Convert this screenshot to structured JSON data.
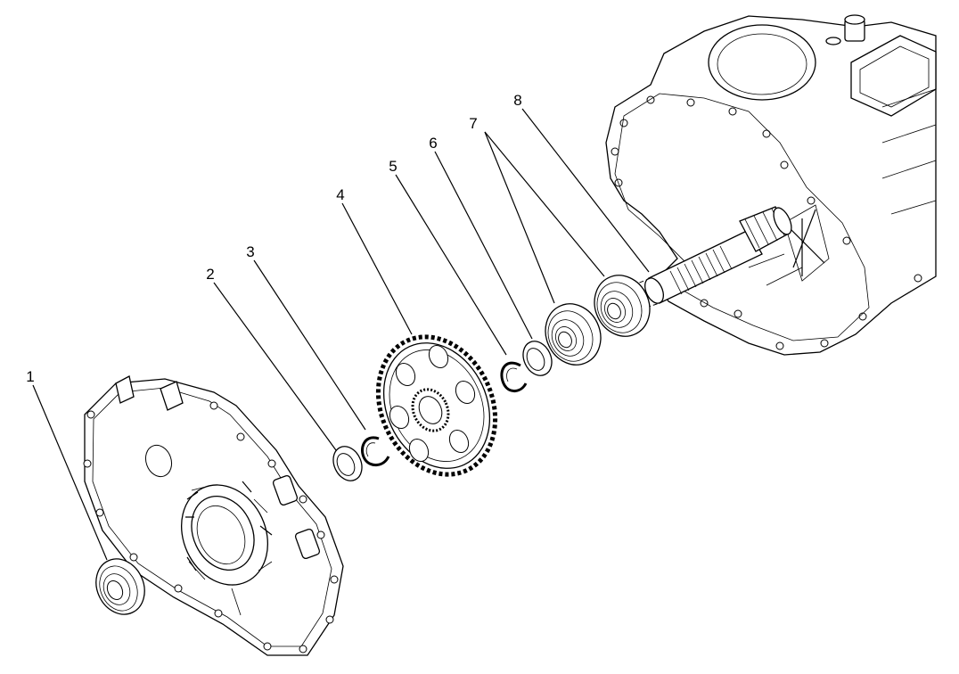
{
  "callouts": [
    {
      "id": "1",
      "label": "1",
      "part": "end-bearing"
    },
    {
      "id": "2",
      "label": "2",
      "part": "spacer-ring"
    },
    {
      "id": "3",
      "label": "3",
      "part": "snap-ring"
    },
    {
      "id": "4",
      "label": "4",
      "part": "gear"
    },
    {
      "id": "5",
      "label": "5",
      "part": "snap-ring"
    },
    {
      "id": "6",
      "label": "6",
      "part": "spacer-ring"
    },
    {
      "id": "7",
      "label": "7",
      "part": "ball-bearings"
    },
    {
      "id": "8",
      "label": "8",
      "part": "shaft"
    }
  ]
}
